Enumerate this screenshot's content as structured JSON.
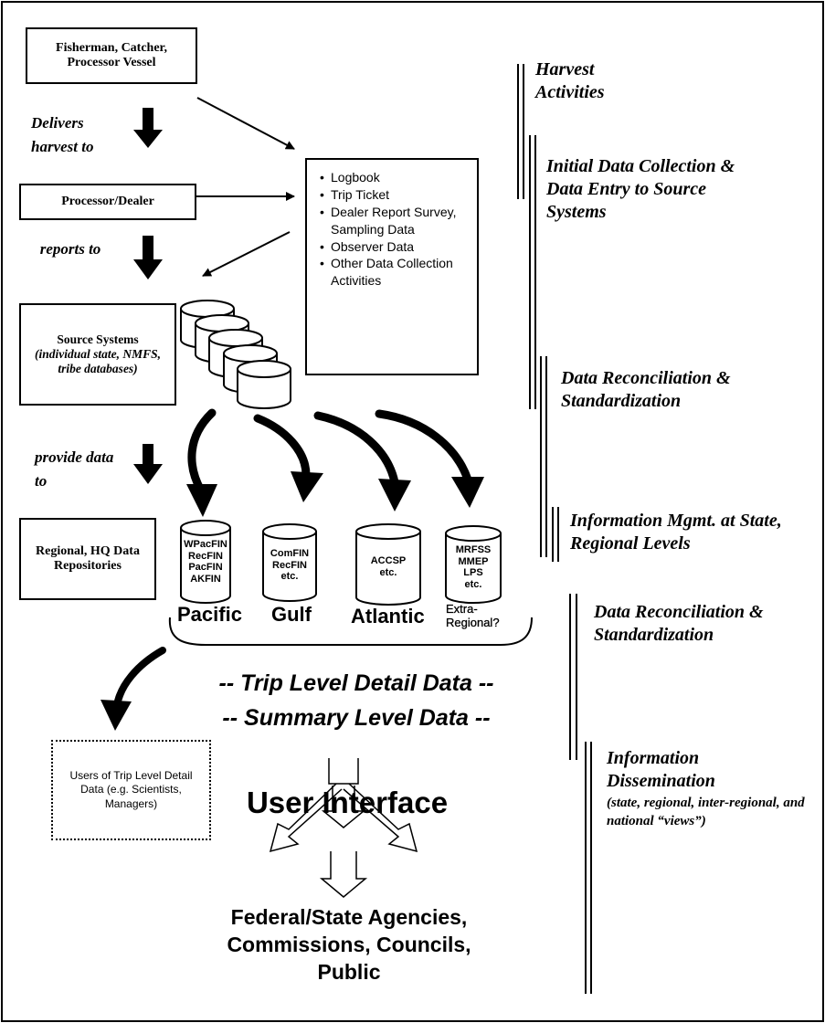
{
  "boxes": {
    "fisherman": "Fisherman, Catcher, Processor Vessel",
    "processor": "Processor/Dealer",
    "source_title": "Source Systems",
    "source_sub": "(individual state, NMFS, tribe databases)",
    "regional": "Regional, HQ Data Repositories",
    "users": "Users of Trip Level Detail Data (e.g. Scientists, Managers)"
  },
  "collection_items": [
    "Logbook",
    "Trip Ticket",
    "Dealer Report Survey, Sampling Data",
    "Observer Data",
    "Other Data Collection Activities"
  ],
  "flow_labels": {
    "delivers": "Delivers harvest to",
    "reports": "reports to",
    "provide": "provide data to"
  },
  "repositories": [
    {
      "lines": [
        "WPacFIN",
        "RecFIN",
        "PacFIN",
        "AKFIN"
      ],
      "region": "Pacific"
    },
    {
      "lines": [
        "ComFIN",
        "RecFIN",
        "etc."
      ],
      "region": "Gulf"
    },
    {
      "lines": [
        "ACCSP",
        "etc."
      ],
      "region": "Atlantic"
    },
    {
      "lines": [
        "MRFSS",
        "MMEP",
        "LPS",
        "etc."
      ],
      "region": "Extra-Regional?"
    }
  ],
  "data_lines": [
    "-- Trip Level Detail Data --",
    "-- Summary Level Data --"
  ],
  "user_interface": "User Interface",
  "audience": "Federal/State Agencies, Commissions, Councils, Public",
  "stages": [
    "Harvest Activities",
    "Initial Data Collection & Data Entry to Source Systems",
    "Data Reconciliation & Standardization",
    "Information Mgmt. at State, Regional Levels",
    "Data Reconciliation & Standardization",
    "Information Dissemination"
  ],
  "dissemination_note": "(state, regional, inter-regional, and national “views”)"
}
